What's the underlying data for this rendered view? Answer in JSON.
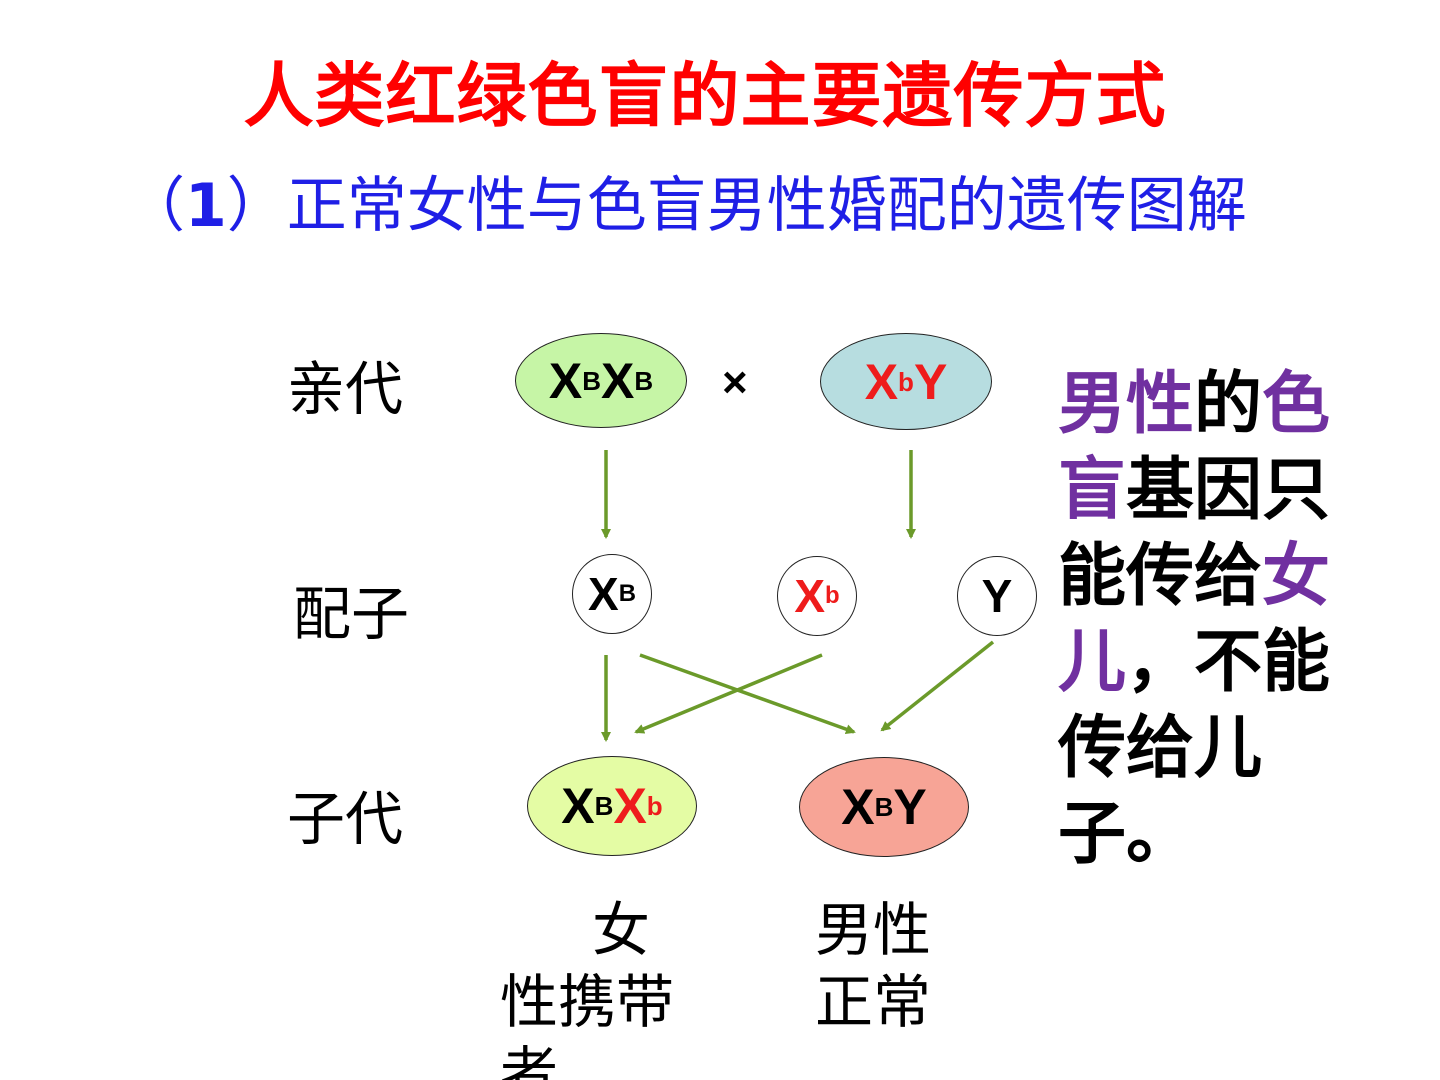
{
  "title": "人类红绿色盲的主要遗传方式",
  "subtitle": {
    "open": "（",
    "num": "1",
    "close": "）",
    "text": "正常女性与色盲男性婚配的遗传图解"
  },
  "generations": {
    "parents": "亲代",
    "gametes": "配子",
    "offspring": "子代"
  },
  "parents": {
    "mother": {
      "base1": "X",
      "sup1": "B",
      "base2": "X",
      "sup2": "B",
      "color": "#c6f5a6"
    },
    "cross_symbol": "×",
    "father": {
      "base1": "X",
      "sup1": "b",
      "base2": "Y",
      "color": "#b7dde0"
    }
  },
  "gametes": [
    {
      "base": "X",
      "sup": "B"
    },
    {
      "base": "X",
      "sup": "b"
    },
    {
      "base": "Y",
      "sup": ""
    }
  ],
  "offspring": [
    {
      "base1": "X",
      "sup1": "B",
      "base2": "X",
      "sup2": "b",
      "color": "#e4fca4",
      "desc_line1": "女",
      "desc_line2": "性携带",
      "desc_line3": "者"
    },
    {
      "base1": "X",
      "sup1": "B",
      "base2": "Y",
      "color": "#f7a496",
      "desc_line1": "男性",
      "desc_line2": "正常"
    }
  ],
  "note": {
    "p1": "男性",
    "p2": "的",
    "p3": "色盲",
    "p4": "基因只能传给",
    "p5": "女儿",
    "p6": "，不能传给儿子。"
  },
  "colors": {
    "title": "#ff0000",
    "subtitle": "#1f1fe6",
    "arrow": "#6b9a2a",
    "recessive": "#ee1c1c",
    "emphasis": "#7030a0"
  }
}
